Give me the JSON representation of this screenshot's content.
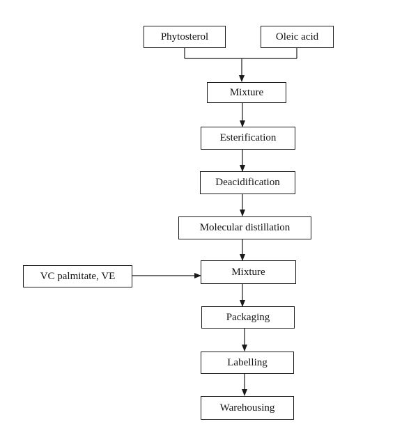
{
  "diagram": {
    "nodes": {
      "phytosterol": "Phytosterol",
      "oleic_acid": "Oleic acid",
      "mixture_1": "Mixture",
      "esterification": "Esterification",
      "deacidification": "Deacidification",
      "molecular_distillation": "Molecular distillation",
      "vc_palmitate_ve": "VC palmitate, VE",
      "mixture_2": "Mixture",
      "packaging": "Packaging",
      "labelling": "Labelling",
      "warehousing": "Warehousing"
    },
    "edges": [
      {
        "from": "phytosterol",
        "to": "mixture_1"
      },
      {
        "from": "oleic_acid",
        "to": "mixture_1"
      },
      {
        "from": "mixture_1",
        "to": "esterification"
      },
      {
        "from": "esterification",
        "to": "deacidification"
      },
      {
        "from": "deacidification",
        "to": "molecular_distillation"
      },
      {
        "from": "molecular_distillation",
        "to": "mixture_2"
      },
      {
        "from": "vc_palmitate_ve",
        "to": "mixture_2"
      },
      {
        "from": "mixture_2",
        "to": "packaging"
      },
      {
        "from": "packaging",
        "to": "labelling"
      },
      {
        "from": "labelling",
        "to": "warehousing"
      }
    ]
  }
}
